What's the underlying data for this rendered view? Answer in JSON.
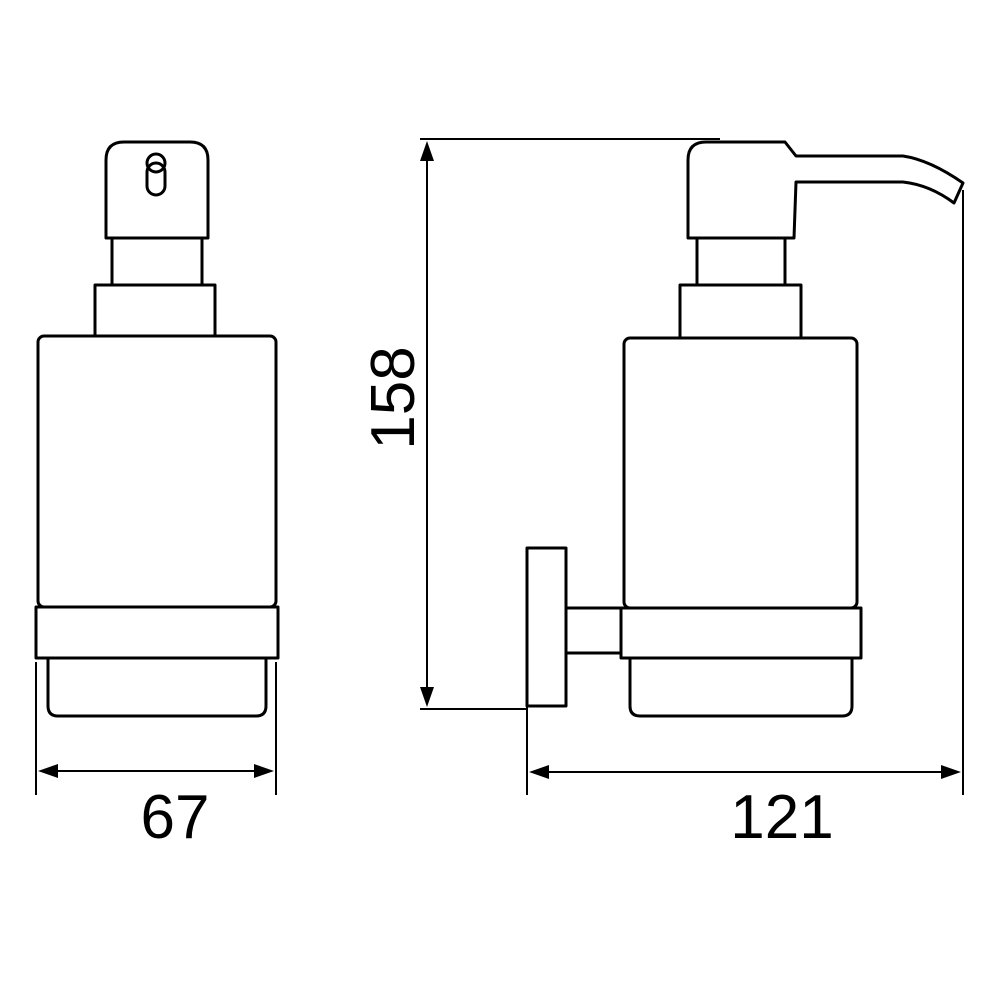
{
  "dimensions": {
    "width_front": "67",
    "height": "158",
    "width_side": "121"
  }
}
